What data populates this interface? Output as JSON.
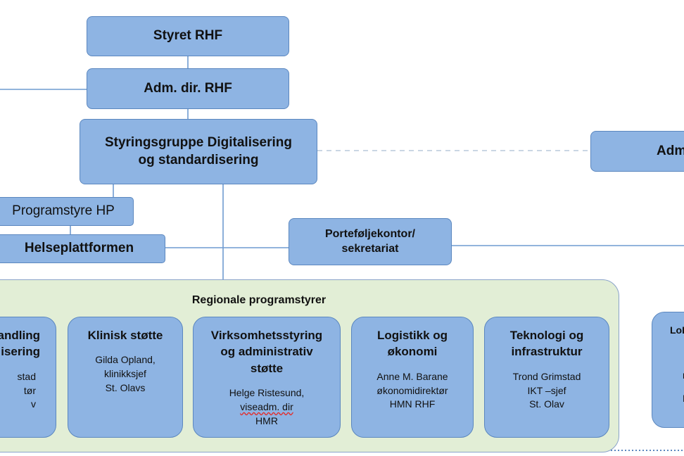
{
  "boxes": {
    "styret": "Styret RHF",
    "adm_dir": "Adm. dir. RHF",
    "styringsgruppe_line1": "Styringsgruppe Digitalisering",
    "styringsgruppe_line2": "og standardisering",
    "right_partial": "Adm",
    "programstyre_hp": "Programstyre HP",
    "helseplattformen": "Helseplattformen",
    "portefolje_line1": "Porteføljekontor/",
    "portefolje_line2": "sekretariat"
  },
  "regional": {
    "title": "Regionale programstyrer",
    "cards": [
      {
        "title": "andling\nisering",
        "person": "stad\ntør\nv"
      },
      {
        "title": "Klinisk støtte",
        "person": "Gilda Opland,\nklinikksjef\nSt. Olavs"
      },
      {
        "title": "Virksomhetsstyring\nog administrativ\nstøtte",
        "person_line1": "Helge Ristesund,",
        "person_line2": "viseadm. dir",
        "person_line3": "HMR"
      },
      {
        "title": "Logistikk og\nøkonomi",
        "person": "Anne M. Barane\nøkonomidirektør\nHMN RHF"
      },
      {
        "title": "Teknologi og\ninfrastruktur",
        "person": "Trond Grimstad\nIKT –sjef\nSt. Olav"
      }
    ],
    "right_card": {
      "title": "LoK",
      "person": "n\nLIP"
    }
  }
}
